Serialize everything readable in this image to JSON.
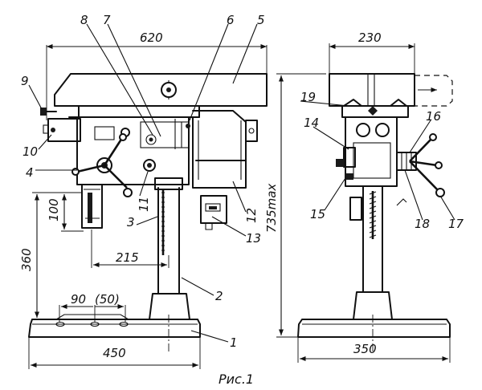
{
  "caption": "Рис.1",
  "dimensions": {
    "overall_length": "620",
    "head_width": "230",
    "quill_travel": "100",
    "spindle_to_table": "360",
    "reach": "215",
    "slot_spacing": "90",
    "slot_spacing_alt": "(50)",
    "base_width": "450",
    "base_depth": "350",
    "max_height": "735max"
  },
  "part_labels": {
    "p1": "1",
    "p2": "2",
    "p3": "3",
    "p4": "4",
    "p5": "5",
    "p6": "6",
    "p7": "7",
    "p8": "8",
    "p9": "9",
    "p10": "10",
    "p11": "11",
    "p12": "12",
    "p13": "13",
    "p14": "14",
    "p15": "15",
    "p16": "16",
    "p17": "17",
    "p18": "18",
    "p19": "19"
  }
}
